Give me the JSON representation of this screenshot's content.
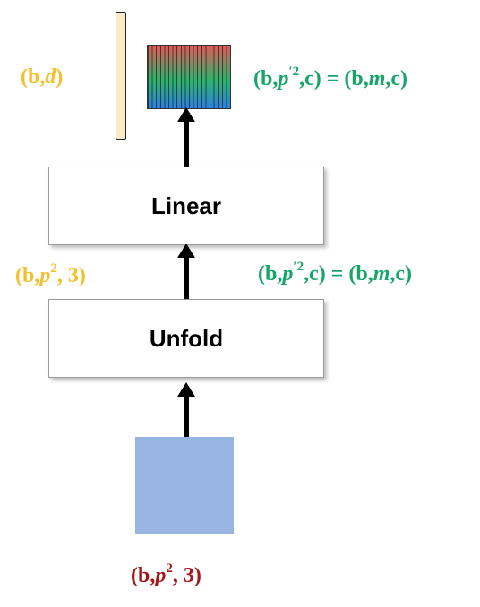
{
  "colors": {
    "yellow_label": "#f2c12e",
    "green_label": "#17a56a",
    "red_label": "#a4161a",
    "input_patch": "#98b4e0",
    "token_bar": "#fbe9c8"
  },
  "boxes": {
    "linear": "Linear",
    "unfold": "Unfold"
  },
  "labels": {
    "token_shape": {
      "prefix": "(b,",
      "var": "d",
      "suffix": ")"
    },
    "output_shape": {
      "a": "(b,",
      "p": "p",
      "prime_sup": "′2",
      "b": ",c) = (b,",
      "m": "m",
      "c": ",c)"
    },
    "unfold_out_shape": {
      "a": "(b,",
      "p": "p",
      "sup": "2",
      "b": ", 3)"
    },
    "linear_out_shape": {
      "a": "(b,",
      "p": "p",
      "prime_sup": "′2",
      "b": ",c) = (b,",
      "m": "m",
      "c": ",c)"
    },
    "input_shape": {
      "a": "(b,",
      "p": "p",
      "sup": "2",
      "b": ", 3)"
    }
  },
  "icons": {
    "arrow": "arrow-up-icon"
  }
}
